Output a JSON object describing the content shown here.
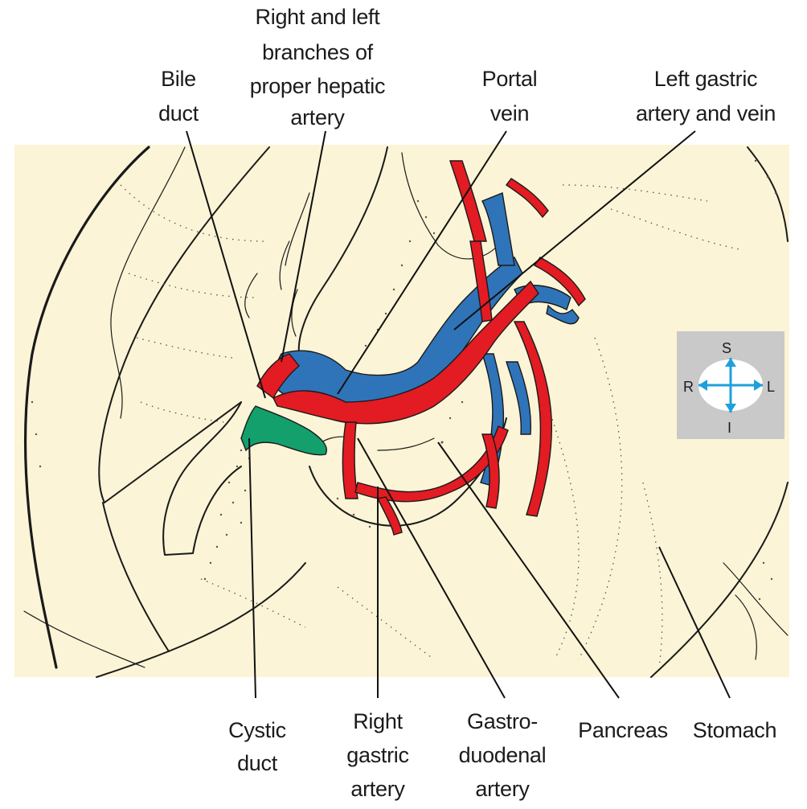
{
  "labels": {
    "right_left_branches": [
      "Right and left",
      "branches of",
      "proper hepatic",
      "artery"
    ],
    "bile_duct": [
      "Bile",
      "duct"
    ],
    "portal_vein": [
      "Portal",
      "vein"
    ],
    "left_gastric": [
      "Left gastric",
      "artery and vein"
    ],
    "cystic_duct": [
      "Cystic",
      "duct"
    ],
    "right_gastric": [
      "Right",
      "gastric",
      "artery"
    ],
    "gastroduodenal": [
      "Gastro-",
      "duodenal",
      "artery"
    ],
    "pancreas": [
      "Pancreas"
    ],
    "stomach": [
      "Stomach"
    ]
  },
  "orientation": {
    "superior": "S",
    "inferior": "I",
    "right": "R",
    "left": "L"
  },
  "colors": {
    "background_panel": "#fbf4d6",
    "artery": "#e31b23",
    "vein": "#2f74b8",
    "duct": "#13a06c",
    "orientation_box": "#c9c9c9",
    "orientation_arrow": "#1ea0dc"
  }
}
